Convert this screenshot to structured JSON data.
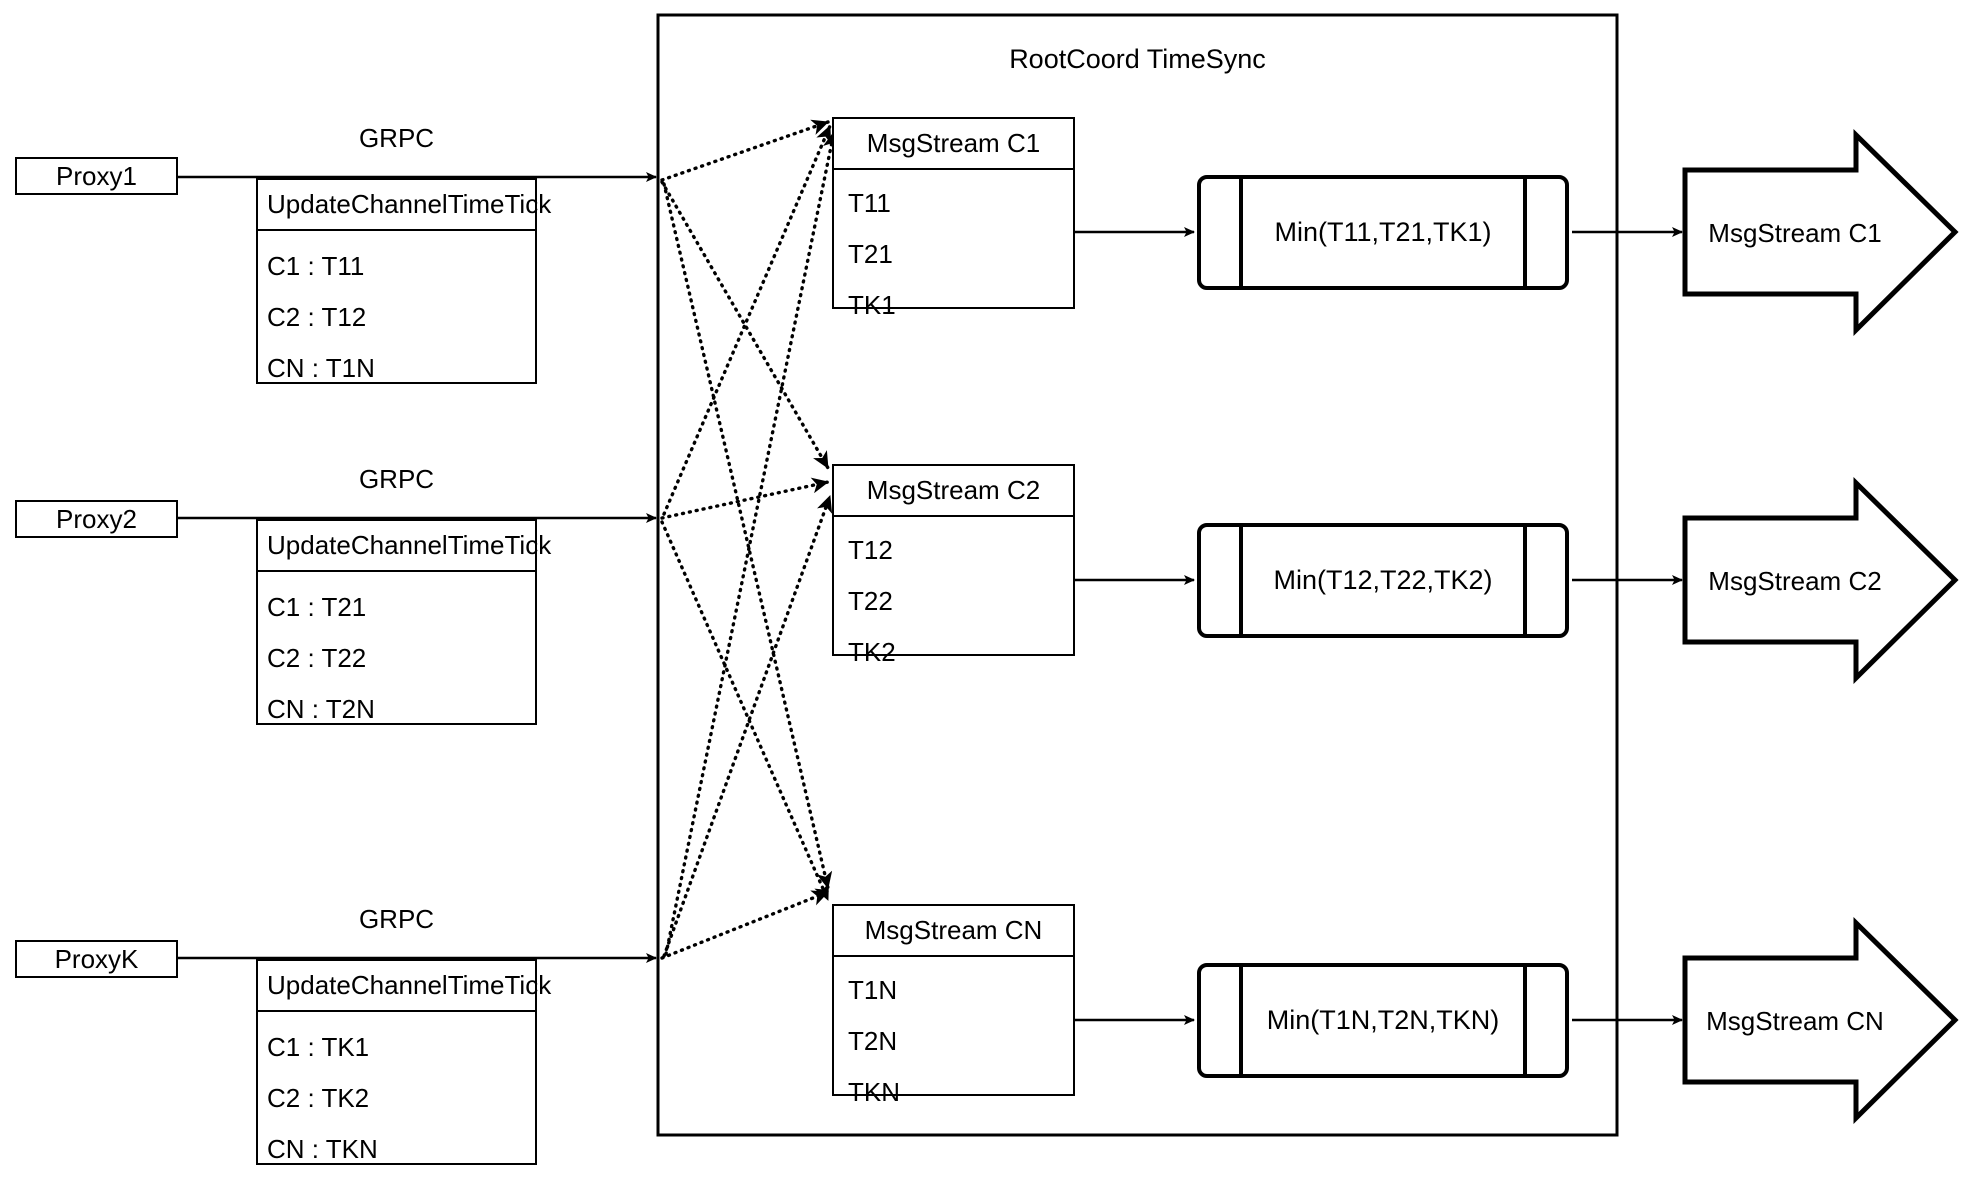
{
  "container": {
    "title": "RootCoord TimeSync"
  },
  "rows": [
    {
      "proxy": "Proxy1",
      "grpc_label": "GRPC",
      "request": {
        "title": "UpdateChannelTimeTick",
        "entries": [
          "C1 :  T11",
          "C2 :  T12",
          "CN : T1N"
        ]
      }
    },
    {
      "proxy": "Proxy2",
      "grpc_label": "GRPC",
      "request": {
        "title": "UpdateChannelTimeTick",
        "entries": [
          "C1 :  T21",
          "C2 :  T22",
          "CN : T2N"
        ]
      }
    },
    {
      "proxy": "ProxyK",
      "grpc_label": "GRPC",
      "request": {
        "title": "UpdateChannelTimeTick",
        "entries": [
          "C1 :  TK1",
          "C2 :  TK2",
          "CN : TKN"
        ]
      }
    }
  ],
  "channels": [
    {
      "stream_title": "MsgStream C1",
      "ticks": [
        "T11",
        "T21",
        "TK1"
      ],
      "min_label": "Min(T11,T21,TK1)",
      "output_label": "MsgStream C1"
    },
    {
      "stream_title": "MsgStream C2",
      "ticks": [
        "T12",
        "T22",
        "TK2"
      ],
      "min_label": "Min(T12,T22,TK2)",
      "output_label": "MsgStream C2"
    },
    {
      "stream_title": "MsgStream CN",
      "ticks": [
        "T1N",
        "T2N",
        "TKN"
      ],
      "min_label": "Min(T1N,T2N,TKN)",
      "output_label": "MsgStream CN"
    }
  ],
  "colors": {
    "stroke": "#000000",
    "background": "#ffffff"
  }
}
